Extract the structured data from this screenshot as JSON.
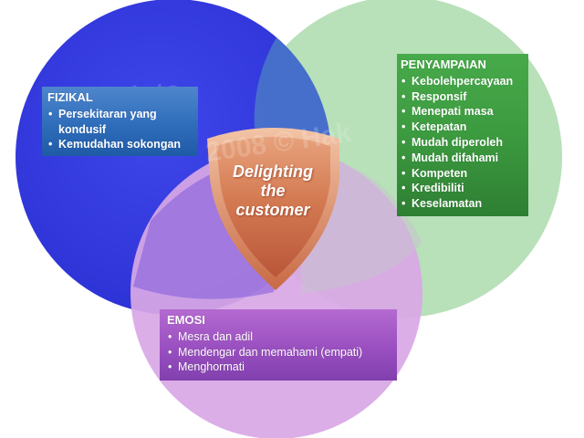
{
  "diagram": {
    "center_label": [
      "Delighting",
      "the",
      "customer"
    ],
    "fizikal": {
      "title": "FIZIKAL",
      "items": [
        "Persekitaran yang kondusif",
        "Kemudahan sokongan"
      ]
    },
    "penyampaian": {
      "title": "PENYAMPAIAN",
      "items": [
        "Keboleh­percayaan",
        "Responsif",
        "Menepati masa",
        "Ketepatan",
        "Mudah diperoleh",
        "Mudah difahami",
        "Kompeten",
        "Kredibiliti",
        "Keselamatan"
      ]
    },
    "emosi": {
      "title": "EMOSI",
      "items": [
        "Mesra dan adil",
        "Mendengar dan memahami (empati)",
        "Menghormati"
      ]
    }
  },
  "colors": {
    "circle_blue": "#3a3fe0",
    "circle_green": "#b5dfb6",
    "circle_purple": "#d9a6e4",
    "shield": "#d98256"
  }
}
